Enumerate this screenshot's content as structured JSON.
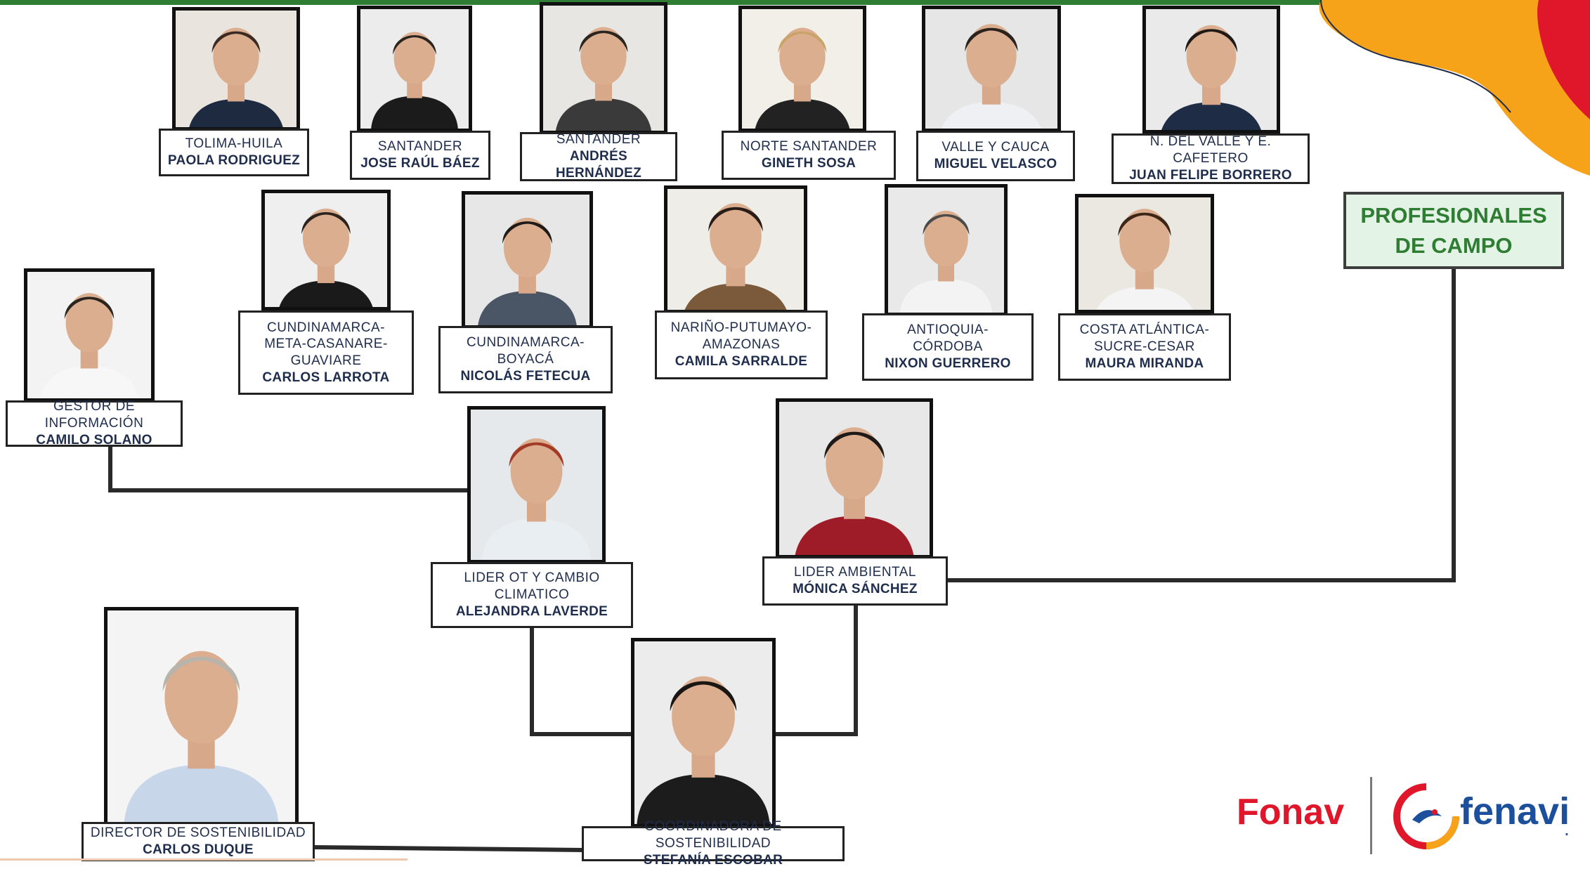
{
  "title_box": {
    "line1": "PROFESIONALES",
    "line2": "DE CAMPO"
  },
  "people": [
    {
      "id": "p1",
      "role_lines": [
        "TOLIMA-HUILA"
      ],
      "name": "PAOLA RODRIGUEZ"
    },
    {
      "id": "p2",
      "role_lines": [
        "SANTANDER"
      ],
      "name": "JOSE RAÚL BÁEZ"
    },
    {
      "id": "p3",
      "role_lines": [
        "SANTANDER"
      ],
      "name": "ANDRÉS HERNÁNDEZ"
    },
    {
      "id": "p4",
      "role_lines": [
        "NORTE SANTANDER"
      ],
      "name": "GINETH SOSA"
    },
    {
      "id": "p5",
      "role_lines": [
        "VALLE Y CAUCA"
      ],
      "name": "MIGUEL VELASCO"
    },
    {
      "id": "p6",
      "role_lines": [
        "N. DEL VALLE Y E. CAFETERO"
      ],
      "name": "JUAN FELIPE BORRERO"
    },
    {
      "id": "p7",
      "role_lines": [
        "CUNDINAMARCA-",
        "META-CASANARE-",
        "GUAVIARE"
      ],
      "name": "CARLOS LARROTA"
    },
    {
      "id": "p8",
      "role_lines": [
        "CUNDINAMARCA-",
        "BOYACÁ"
      ],
      "name": "NICOLÁS FETECUA"
    },
    {
      "id": "p9",
      "role_lines": [
        "NARIÑO-PUTUMAYO-",
        "AMAZONAS"
      ],
      "name": "CAMILA SARRALDE"
    },
    {
      "id": "p10",
      "role_lines": [
        "ANTIOQUIA-",
        "CÓRDOBA"
      ],
      "name": "NIXON GUERRERO"
    },
    {
      "id": "p11",
      "role_lines": [
        "COSTA ATLÁNTICA-",
        "SUCRE-CESAR"
      ],
      "name": "MAURA MIRANDA"
    },
    {
      "id": "p12",
      "role_lines": [
        "GESTOR DE INFORMACIÓN"
      ],
      "name": "CAMILO SOLANO"
    },
    {
      "id": "p13",
      "role_lines": [
        "LIDER OT Y CAMBIO",
        "CLIMATICO"
      ],
      "name": "ALEJANDRA LAVERDE"
    },
    {
      "id": "p14",
      "role_lines": [
        "LIDER AMBIENTAL"
      ],
      "name": "MÓNICA SÁNCHEZ"
    },
    {
      "id": "p15",
      "role_lines": [
        "DIRECTOR DE SOSTENIBILIDAD"
      ],
      "name": "CARLOS DUQUE"
    },
    {
      "id": "p16",
      "role_lines": [
        "COORDINADORA DE SOSTENIBILIDAD"
      ],
      "name": "STEFANÍA ESCOBAR"
    }
  ],
  "logos": {
    "left": "Fonav",
    "right": "fenavi",
    "right_suffix": "."
  },
  "colors": {
    "green": "#2e7d32",
    "navy": "#1f2d4d",
    "red": "#e0162b",
    "blue": "#1c4f9c",
    "orange": "#f7a31a"
  }
}
